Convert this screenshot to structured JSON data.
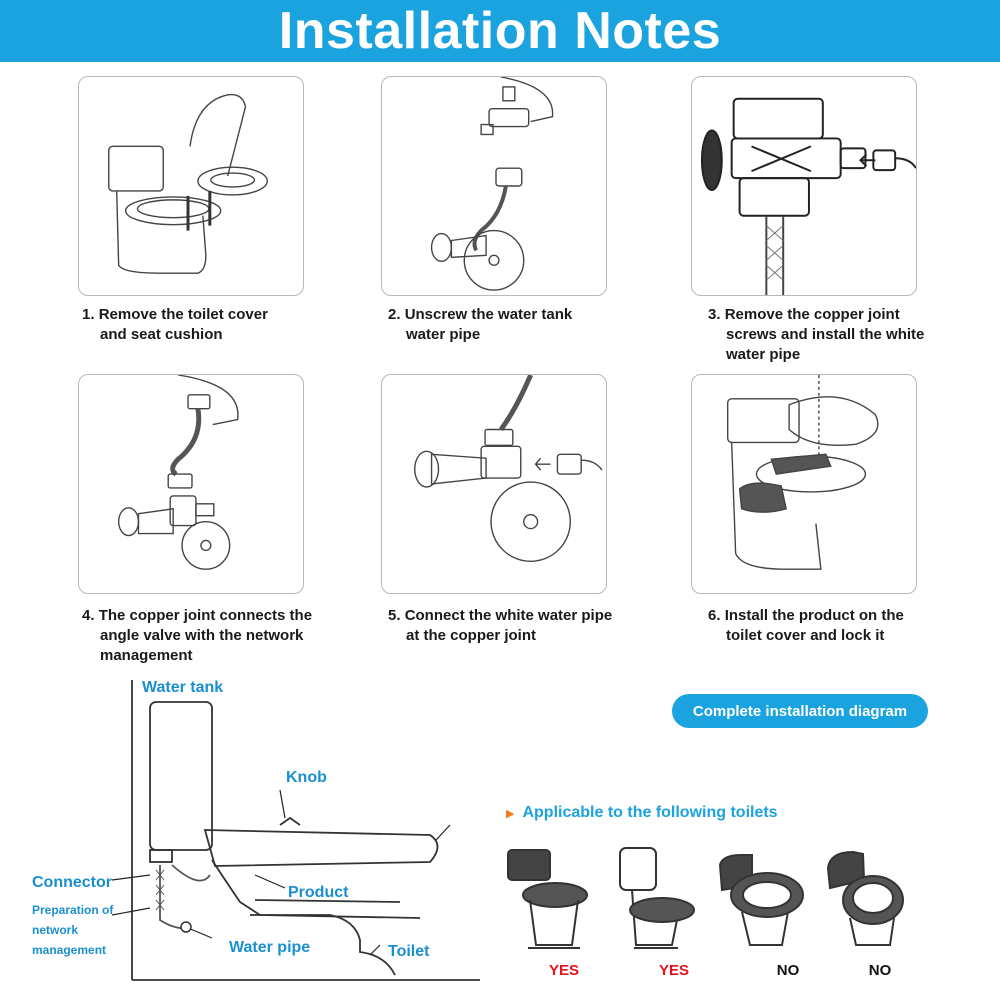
{
  "header": {
    "title": "Installation Notes"
  },
  "steps": [
    {
      "number": "1.",
      "line1": "Remove the toilet cover",
      "line2": "and seat cushion",
      "line3": ""
    },
    {
      "number": "2.",
      "line1": "Unscrew the water tank",
      "line2": "water pipe",
      "line3": ""
    },
    {
      "number": "3.",
      "line1": "Remove the copper joint",
      "line2": "screws and install the white",
      "line3": "water pipe"
    },
    {
      "number": "4.",
      "line1": "The copper joint connects the",
      "line2": "angle valve with the network",
      "line3": "management"
    },
    {
      "number": "5.",
      "line1": "Connect the white water pipe",
      "line2": "at the copper joint",
      "line3": ""
    },
    {
      "number": "6.",
      "line1": "Install the product on the",
      "line2": "toilet cover and lock it",
      "line3": ""
    }
  ],
  "complete_diagram": {
    "button_label": "Complete installation diagram",
    "labels": {
      "water_tank": "Water tank",
      "knob": "Knob",
      "connector": "Connector",
      "prep_line1": "Preparation of",
      "prep_line2": "network",
      "prep_line3": "management",
      "product": "Product",
      "water_pipe": "Water pipe",
      "toilet": "Toilet"
    }
  },
  "applicable": {
    "title": "Applicable to the following toilets",
    "toilets": [
      {
        "icon": "two-piece-toilet-icon",
        "verdict": "YES",
        "ok": true
      },
      {
        "icon": "close-coupled-toilet-icon",
        "verdict": "YES",
        "ok": true
      },
      {
        "icon": "tankless-elongated-toilet-icon",
        "verdict": "NO",
        "ok": false
      },
      {
        "icon": "tankless-round-toilet-icon",
        "verdict": "NO",
        "ok": false
      }
    ]
  },
  "colors": {
    "accent": "#1aa3df",
    "label_blue": "#1a8fd0",
    "yes_red": "#e8101a",
    "marker_orange": "#f07a1a"
  }
}
